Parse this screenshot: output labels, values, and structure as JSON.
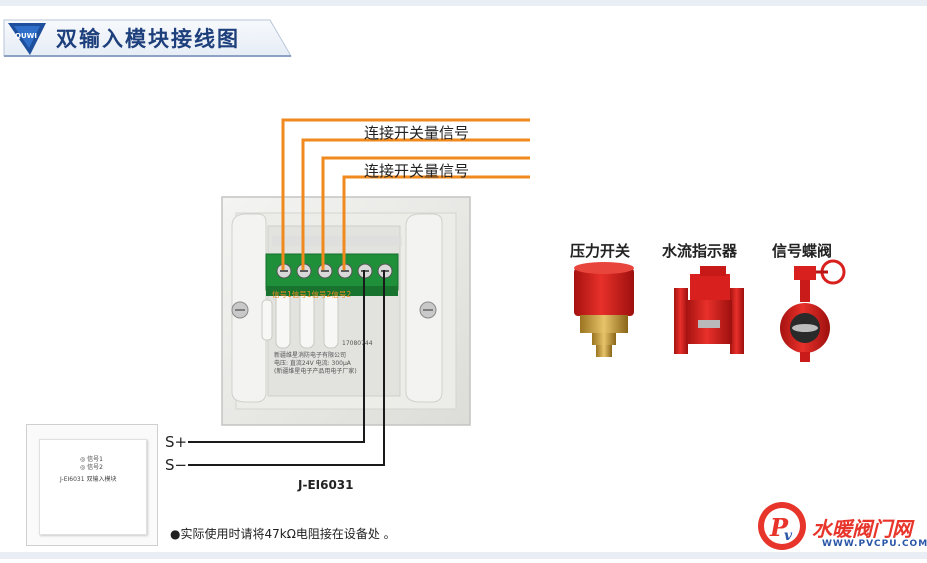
{
  "header": {
    "title": "双输入模块接线图",
    "logo_text": "QUWI"
  },
  "signals": {
    "signal_1_label": "连接开关量信号",
    "signal_2_label": "连接开关量信号"
  },
  "terminals": {
    "terminal_strip_overlay": "信号1信号1信号2信号2",
    "power_plus": "S+",
    "power_minus": "S−"
  },
  "module": {
    "model": "J-EI6031",
    "board_text_1": "17080744",
    "board_text_2": "新疆维星消防电子有限公司",
    "board_text_3": "电压: 直流24V 电流: 300μA",
    "board_text_4": "(新疆维星电子产品用电子厂家)"
  },
  "thumbnail": {
    "line_1": "◎ 信号1",
    "line_2": "◎ 信号2",
    "label": "J-EI6031 双输入模块"
  },
  "devices": [
    {
      "label": "压力开关",
      "icon": "pressure-switch-icon"
    },
    {
      "label": "水流指示器",
      "icon": "water-flow-indicator-icon"
    },
    {
      "label": "信号蝶阀",
      "icon": "signal-butterfly-valve-icon"
    }
  ],
  "note": "●实际使用时请将47kΩ电阻接在设备处 。",
  "watermark": {
    "main": "水暖阀门网",
    "sub": "WWW.PVCPU.COM"
  },
  "colors": {
    "orange_wire": "#f08a1e",
    "black_wire": "#1a1a1a",
    "title_blue": "#1d3f7c",
    "terminal_green": "#1f8f3a",
    "device_red": "#d8201e"
  }
}
